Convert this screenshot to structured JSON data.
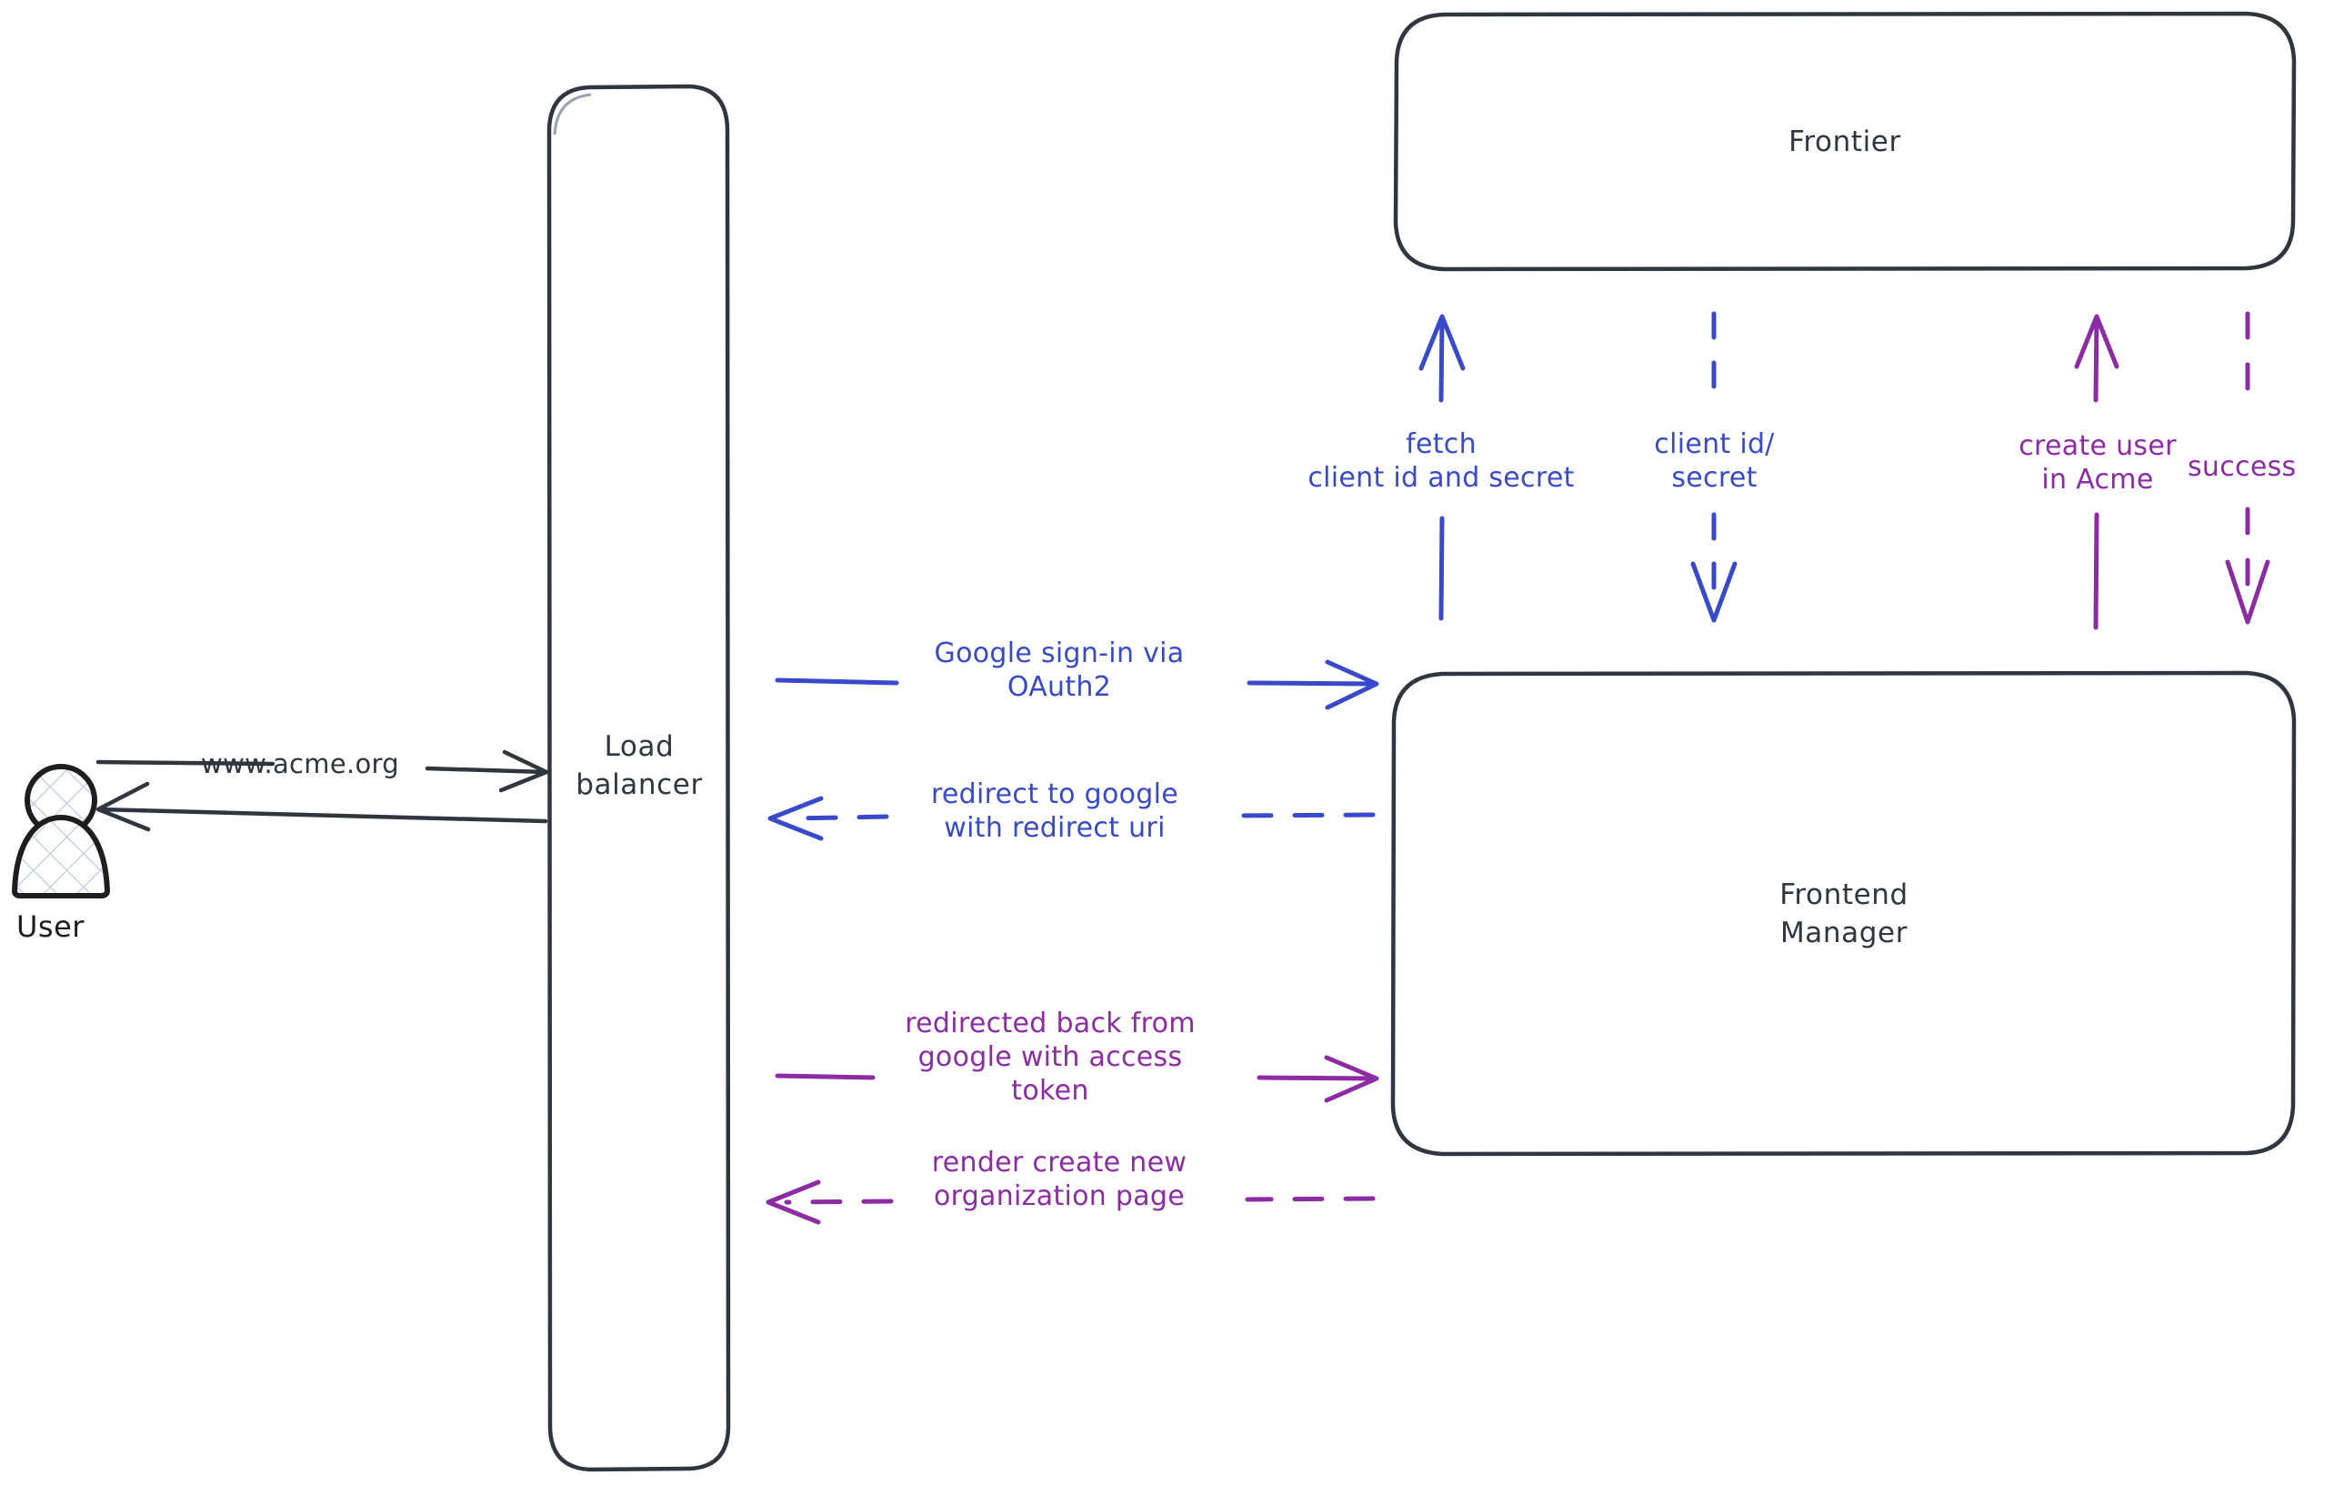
{
  "diagram": {
    "title": "OAuth2 Google sign-in sequence",
    "background": "#ffffff",
    "colors": {
      "stroke_dark": "#2f3640",
      "blue": "#3849c9",
      "purple": "#8c2ba3",
      "actor_fill": "#f5f7fb"
    },
    "actors": [
      {
        "id": "user",
        "caption": "User"
      }
    ],
    "nodes": [
      {
        "id": "load-balancer",
        "label": "Load\nbalancer"
      },
      {
        "id": "frontier",
        "label": "Frontier"
      },
      {
        "id": "frontend-manager",
        "label": "Frontend\nManager"
      }
    ],
    "edges": [
      {
        "id": "user-to-lb",
        "label": "www.acme.org",
        "color": "#2f3640",
        "style": "solid",
        "direction": "right"
      },
      {
        "id": "lb-to-user",
        "label": "",
        "color": "#2f3640",
        "style": "solid",
        "direction": "left"
      },
      {
        "id": "lb-to-fm-signin",
        "label": "Google sign-in via\nOAuth2",
        "color": "#3849c9",
        "style": "solid",
        "direction": "right"
      },
      {
        "id": "fm-to-lb-redirect",
        "label": "redirect to google\nwith redirect uri",
        "color": "#3849c9",
        "style": "dashed",
        "direction": "left"
      },
      {
        "id": "lb-to-fm-token",
        "label": "redirected back from\ngoogle with access\ntoken",
        "color": "#8c2ba3",
        "style": "solid",
        "direction": "right"
      },
      {
        "id": "fm-to-lb-render",
        "label": "render create new\norganization page",
        "color": "#8c2ba3",
        "style": "dashed",
        "direction": "left"
      },
      {
        "id": "fm-to-frontier-fetch",
        "label": "fetch\nclient id and secret",
        "color": "#3849c9",
        "style": "solid",
        "direction": "up"
      },
      {
        "id": "frontier-to-fm-credentials",
        "label": "client id/\nsecret",
        "color": "#3849c9",
        "style": "dashed",
        "direction": "down"
      },
      {
        "id": "fm-to-frontier-create-user",
        "label": "create user\nin Acme",
        "color": "#8c2ba3",
        "style": "solid",
        "direction": "up"
      },
      {
        "id": "frontier-to-fm-success",
        "label": "success",
        "color": "#8c2ba3",
        "style": "dashed",
        "direction": "down"
      }
    ]
  }
}
